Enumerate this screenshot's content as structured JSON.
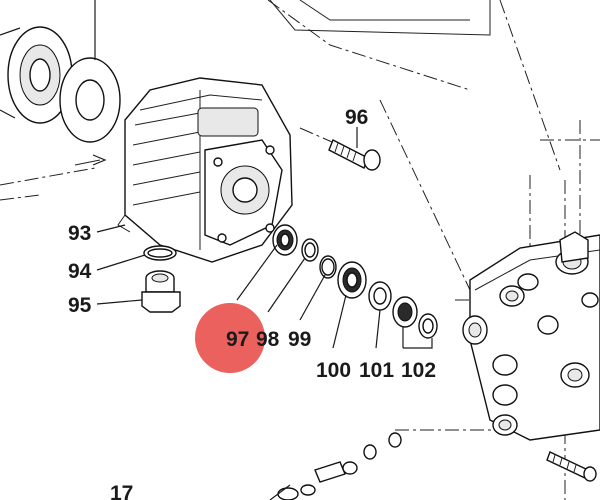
{
  "diagram": {
    "callouts": [
      "93",
      "94",
      "95",
      "96",
      "97",
      "98",
      "99",
      "100",
      "101",
      "102",
      "17"
    ],
    "highlight": {
      "callout": "97",
      "color": "#e53935"
    }
  }
}
